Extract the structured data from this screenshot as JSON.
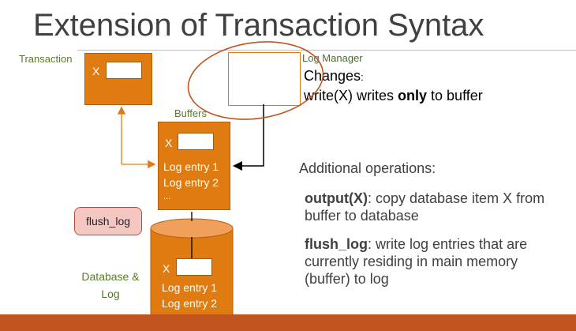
{
  "title": "Extension of Transaction Syntax",
  "transaction": {
    "label": "Transaction",
    "slot_label": "X"
  },
  "log_manager": {
    "label": "Log Manager"
  },
  "buffers": {
    "label": "Buffers",
    "slot_label": "X",
    "entry1": "Log entry 1",
    "entry2": "Log entry 2",
    "ellipsis": "..."
  },
  "flush_button": {
    "label": "flush_log"
  },
  "database": {
    "label_line1": "Database &",
    "label_line2": "Log",
    "slot_label": "X",
    "entry1": "Log entry 1",
    "entry2": "Log entry 2",
    "ellipsis": "..."
  },
  "changes": {
    "heading_word": "Changes",
    "heading_colon": ":",
    "line_pre": "write(X) writes ",
    "line_bold": "only",
    "line_post": " to buffer"
  },
  "operations": {
    "heading": "Additional operations:",
    "op1_name": "output(X)",
    "op1_desc": ": copy database item X from buffer to database",
    "op2_name": "flush_log",
    "op2_desc": ": write log entries that are currently residing in main memory (buffer) to log"
  },
  "colors": {
    "box_orange": "#e07b12",
    "label_green": "#5a7a2a",
    "highlight_circle": "#c0541c",
    "bottom_bar": "#c0541c",
    "flush_fill": "#f4c7c3"
  }
}
